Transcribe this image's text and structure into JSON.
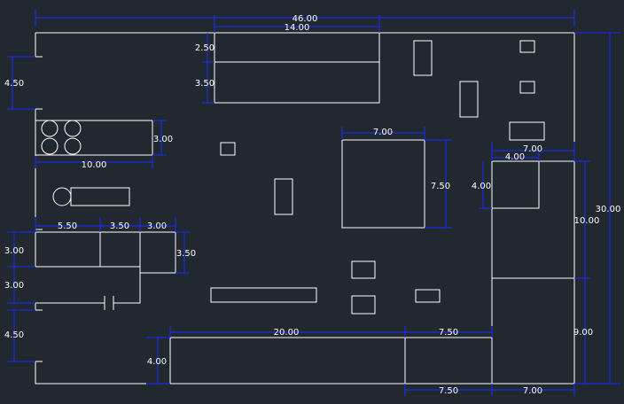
{
  "colors": {
    "background": "#212830",
    "outline": "#ffffff",
    "dimension": "#1a2bff",
    "dim_text": "#ffffff"
  },
  "dimensions": {
    "overall_width": "46.00",
    "overall_height": "30.00",
    "top_block_width": "14.00",
    "top_block_upper": "2.50",
    "top_block_lower": "3.50",
    "left_notch_top": "4.50",
    "circle_box_height": "3.00",
    "circle_box_width": "10.00",
    "center_square_width": "7.00",
    "center_square_height": "7.50",
    "right_box_width": "7.00",
    "right_inner_width": "4.00",
    "right_inner_height": "4.00",
    "right_upper_height": "10.00",
    "right_lower_height": "9.00",
    "left_row_a": "5.50",
    "left_row_b": "3.50",
    "left_row_c": "3.00",
    "left_row_height": "3.50",
    "left_col_1": "3.00",
    "left_col_2": "3.00",
    "left_notch_bottom": "4.50",
    "bottom_block_width": "20.00",
    "bottom_block_right": "7.50",
    "bottom_block_height": "4.00",
    "bottom_dim_a": "7.50",
    "bottom_dim_b": "7.00"
  }
}
